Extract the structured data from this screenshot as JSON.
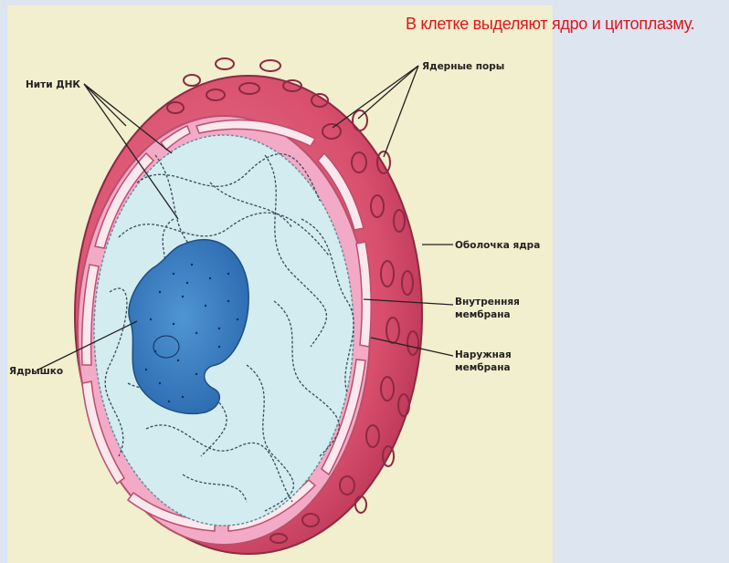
{
  "slide": {
    "title": "В клетке выделяют ядро и цитоплазму."
  },
  "diagram": {
    "labels": {
      "dna_threads": "Нити ДНК",
      "nuclear_pores": "Ядерные поры",
      "nuclear_envelope": "Оболочка ядра",
      "inner_membrane_line1": "Внутренняя",
      "inner_membrane_line2": "мембрана",
      "outer_membrane_line1": "Наружная",
      "outer_membrane_line2": "мембрана",
      "nucleolus": "Ядрышко"
    },
    "colors": {
      "envelope": "#d9536f",
      "inner_membrane": "#f3aac6",
      "nucleoplasm": "#d3ecf0",
      "nucleolus": "#3a7cc0",
      "background": "#f1efcd",
      "title": "#e0141b"
    }
  }
}
